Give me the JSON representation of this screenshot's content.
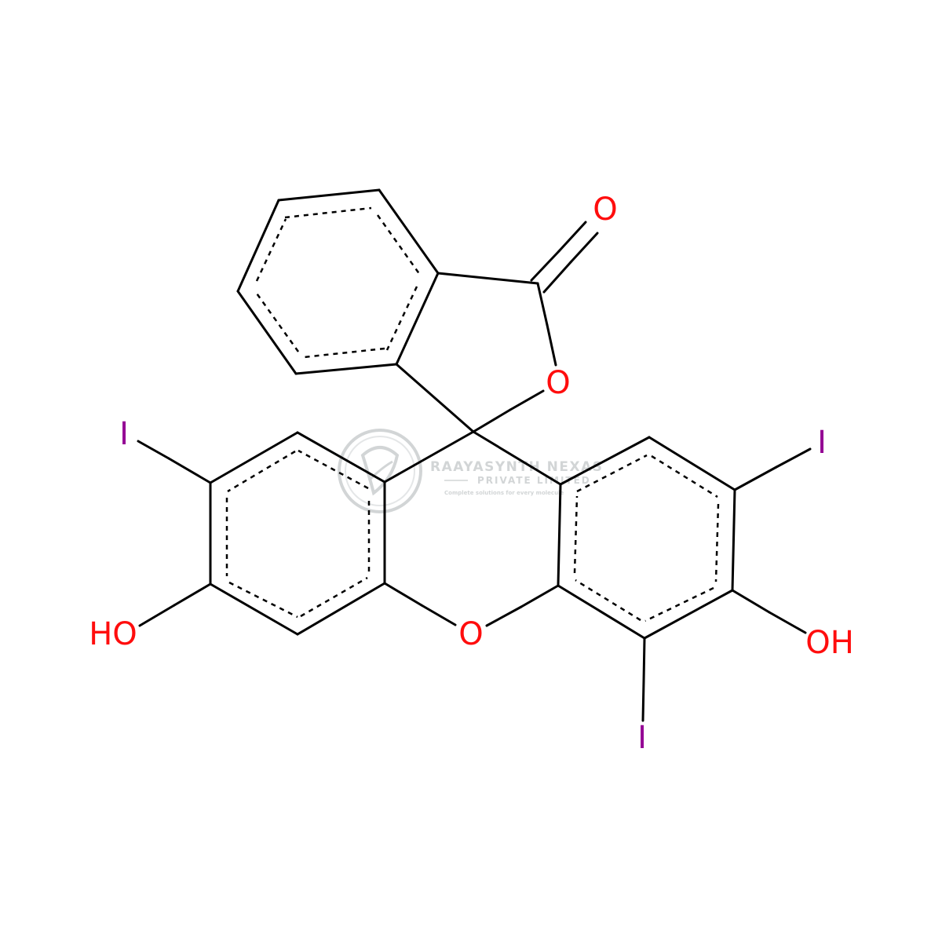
{
  "colors": {
    "bond": "#000000",
    "oxygen": "#ff0d0d",
    "iodine": "#940094",
    "watermark": "#9ca3a6"
  },
  "watermark": {
    "logo_icon": "leaf-circle-logo",
    "company": "RAAYASYNTH NEXAS",
    "subtitle": "PRIVATE LIMITED",
    "tagline": "Complete solutions for every molecule"
  },
  "atoms": {
    "o_carbonyl": "O",
    "o_lactone": "O",
    "o_xanthene": "O",
    "oh_left": "HO",
    "oh_right": "OH",
    "i_left": "I",
    "i_right": "I",
    "i_bottom": "I"
  }
}
